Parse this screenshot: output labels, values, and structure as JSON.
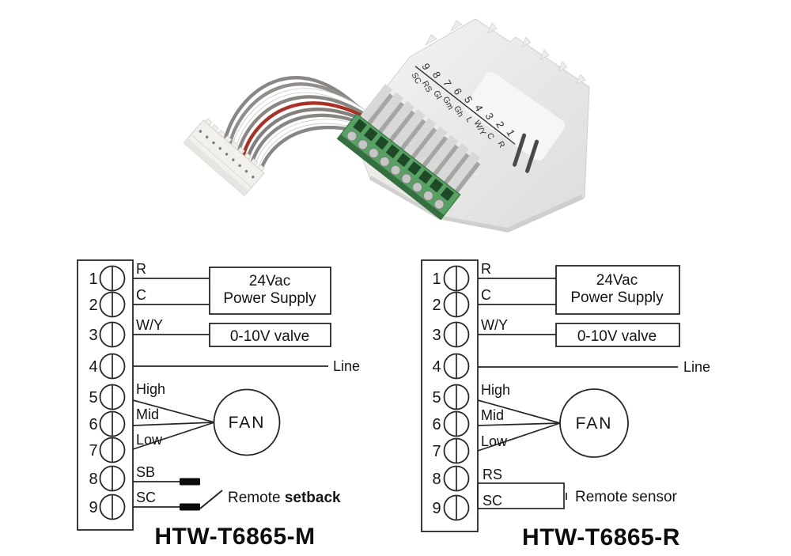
{
  "product": {
    "numbers": [
      "9",
      "8",
      "7",
      "6",
      "5",
      "4",
      "3",
      "2",
      "1"
    ],
    "codes": [
      "SC",
      "RS",
      "Gl",
      "Gm",
      "Gh",
      "L",
      "W/Y",
      "C",
      "R"
    ],
    "colors": {
      "module_body": "#e9e9e7",
      "terminal_green": "#56a163",
      "wire_gray": "#8a8683",
      "wire_red": "#a93226",
      "wire_white": "#ffffff",
      "connector": "#f1f0ed"
    }
  },
  "diagram_m": {
    "title": "HTW-T6865-M",
    "terminals": [
      "1",
      "2",
      "3",
      "4",
      "5",
      "6",
      "7",
      "8",
      "9"
    ],
    "labels": {
      "t1": "R",
      "t2": "C",
      "t3": "W/Y",
      "t5": "High",
      "t6": "Mid",
      "t7": "Low",
      "t8": "SB",
      "t9": "SC"
    },
    "power_supply": {
      "line1": "24Vac",
      "line2": "Power Supply"
    },
    "valve": "0-10V valve",
    "line": "Line",
    "fan": "FAN",
    "remote": {
      "normal": "Remote ",
      "bold": "setback"
    }
  },
  "diagram_r": {
    "title": "HTW-T6865-R",
    "terminals": [
      "1",
      "2",
      "3",
      "4",
      "5",
      "6",
      "7",
      "8",
      "9"
    ],
    "labels": {
      "t1": "R",
      "t2": "C",
      "t3": "W/Y",
      "t5": "High",
      "t6": "Mid",
      "t7": "Low",
      "t8": "RS",
      "t9": "SC"
    },
    "power_supply": {
      "line1": "24Vac",
      "line2": "Power Supply"
    },
    "valve": "0-10V valve",
    "line": "Line",
    "fan": "FAN",
    "remote": "Remote sensor"
  }
}
